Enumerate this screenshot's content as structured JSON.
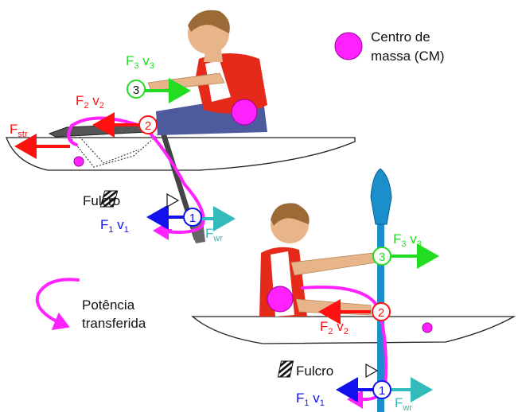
{
  "legend": {
    "cm_line1": "Centro de",
    "cm_line2": "massa (CM)",
    "power_line1": "Potência",
    "power_line2": "transferida"
  },
  "rowing": {
    "f3": "F",
    "f3_sub": "3",
    "v3": " v",
    "v3_sub": "3",
    "f2": "F",
    "f2_sub": "2",
    "v2": " v",
    "v2_sub": "2",
    "fstr": "F",
    "fstr_sub": "str",
    "f1": "F",
    "f1_sub": "1",
    "v1": " v",
    "v1_sub": "1",
    "fwr": "F",
    "fwr_sub": "wr",
    "fulcrum": "Fulcro",
    "n1": "1",
    "n2": "2",
    "n3": "3"
  },
  "kayak": {
    "f3": "F",
    "f3_sub": "3",
    "v3": " v",
    "v3_sub": "3",
    "f2": "F",
    "f2_sub": "2",
    "v2": " v",
    "v2_sub": "2",
    "f1": "F",
    "f1_sub": "1",
    "v1": " v",
    "v1_sub": "1",
    "fwr": "F",
    "fwr_sub": "wr",
    "fulcrum": "Fulcro",
    "n1": "1",
    "n2": "2",
    "n3": "3"
  },
  "colors": {
    "green": "#22dd22",
    "red": "#ff1111",
    "blue": "#1111ee",
    "cyan": "#33bbbb",
    "magenta": "#ff22ff",
    "paddle": "#1a8fcc",
    "oar": "#444444",
    "jersey": "#e52a1a",
    "shorts": "#4d5b9e",
    "skin": "#e7b589",
    "hair": "#9b6a37"
  }
}
